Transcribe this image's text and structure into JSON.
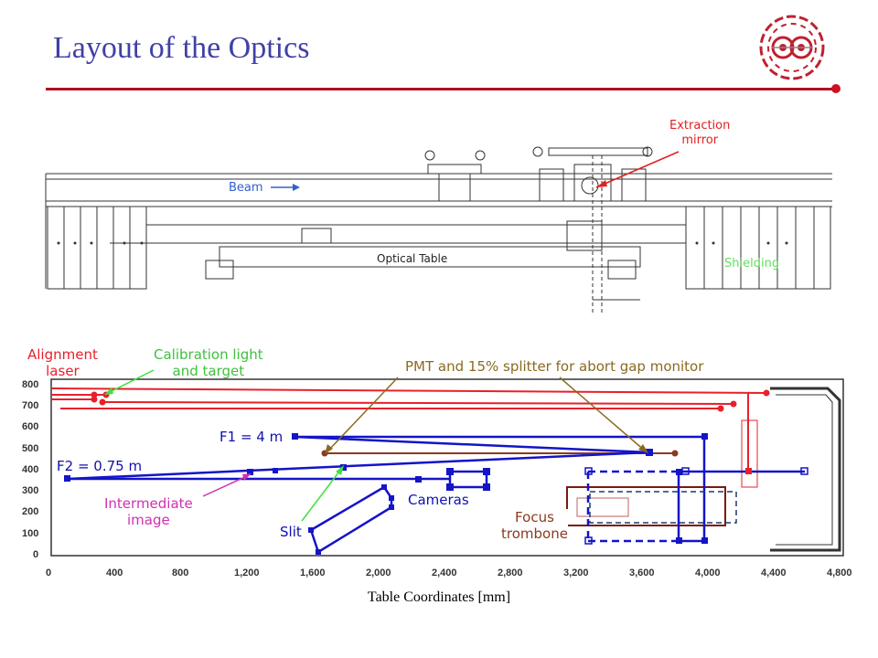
{
  "title": "Layout of the Optics",
  "colors": {
    "title": "#4040a8",
    "rule": "#b01020",
    "beam_red": "#e8202a",
    "blue": "#1414c8",
    "brown": "#8a3a20",
    "green": "#40c040"
  },
  "elevation": {
    "extraction_mirror": "Extraction\nmirror",
    "beam": "Beam",
    "optical_table": "Optical Table",
    "shielding": "Shielding"
  },
  "plan": {
    "alignment_laser": "Alignment\nlaser",
    "calibration": "Calibration light\nand target",
    "pmt": "PMT and 15% splitter for abort gap monitor",
    "f1": "F1 = 4 m",
    "f2": "F2 = 0.75 m",
    "intermediate_image": "Intermediate\nimage",
    "slit": "Slit",
    "cameras": "Cameras",
    "focus_trombone": "Focus\ntrombone",
    "axis_title": "Table Coordinates [mm]",
    "x_ticks": [
      "0",
      "400",
      "800",
      "1,200",
      "1,600",
      "2,000",
      "2,400",
      "2,800",
      "3,200",
      "3,600",
      "4,000",
      "4,400",
      "4,800"
    ],
    "y_ticks": [
      "800",
      "700",
      "600",
      "500",
      "400",
      "300",
      "200",
      "100",
      "0"
    ]
  },
  "logo_icon": "accelerator-logo-icon"
}
